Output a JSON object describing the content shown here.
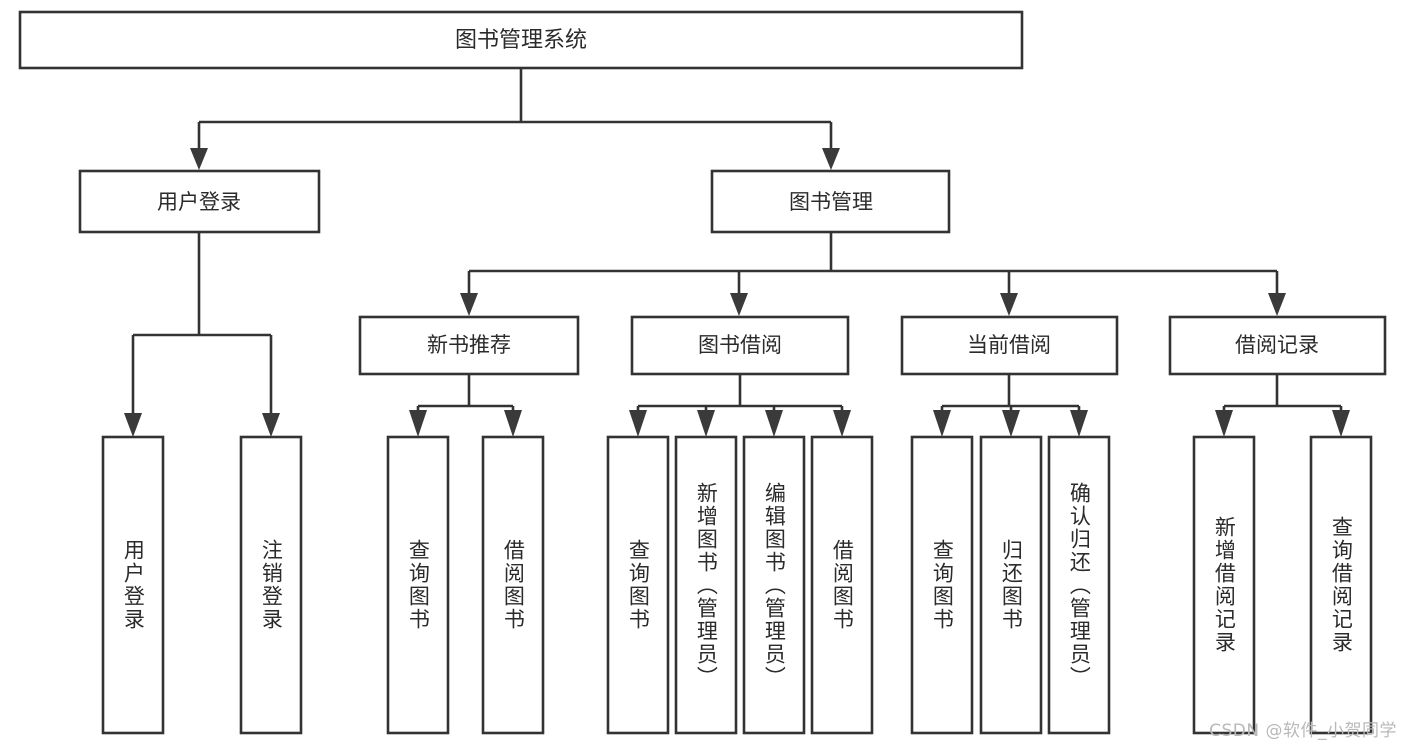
{
  "diagram": {
    "type": "tree",
    "title": "图书管理系统",
    "orientation": "top-down",
    "colors": {
      "box_fill": "#ffffff",
      "box_stroke": "#333333",
      "text": "#2b2b2b",
      "arrow": "#3a3a3a",
      "background": "#ffffff",
      "watermark": "#b9b9b9"
    },
    "root": {
      "label": "图书管理系统"
    },
    "level2": [
      {
        "label": "用户登录"
      },
      {
        "label": "图书管理"
      }
    ],
    "level3": [
      {
        "label": "新书推荐"
      },
      {
        "label": "图书借阅"
      },
      {
        "label": "当前借阅"
      },
      {
        "label": "借阅记录"
      }
    ],
    "leaves": {
      "user_login": [
        {
          "label": "用户登录"
        },
        {
          "label": "注销登录"
        }
      ],
      "new_book_recommend": [
        {
          "label": "查询图书"
        },
        {
          "label": "借阅图书"
        }
      ],
      "book_borrow": [
        {
          "label": "查询图书"
        },
        {
          "label": "新增图书（管理员）"
        },
        {
          "label": "编辑图书（管理员）"
        },
        {
          "label": "借阅图书"
        }
      ],
      "current_borrow": [
        {
          "label": "查询图书"
        },
        {
          "label": "归还图书"
        },
        {
          "label": "确认归还（管理员）"
        }
      ],
      "borrow_record": [
        {
          "label": "新增借阅记录"
        },
        {
          "label": "查询借阅记录"
        }
      ]
    }
  },
  "watermark": {
    "text": "CSDN @软件_小贺同学"
  }
}
